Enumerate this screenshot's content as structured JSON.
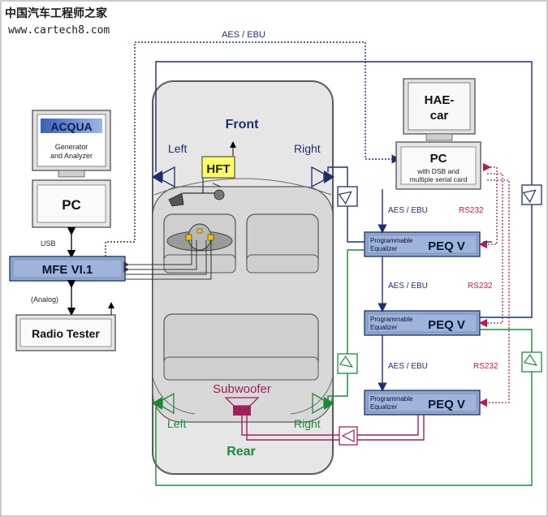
{
  "watermark": {
    "title": "中国汽车工程师之家",
    "url": "www.cartech8.com"
  },
  "labels": {
    "front": "Front",
    "rear": "Rear",
    "front_left": "Left",
    "front_right": "Right",
    "rear_left": "Left",
    "rear_right": "Right",
    "subwoofer": "Subwoofer",
    "hft": "HFT",
    "aes_ebu_top": "AES / EBU",
    "aes_ebu_1": "AES / EBU",
    "aes_ebu_2": "AES / EBU",
    "aes_ebu_3": "AES / EBU",
    "rs232_1": "RS232",
    "rs232_2": "RS232",
    "rs232_3": "RS232",
    "usb": "USB",
    "analog": "(Analog)"
  },
  "devices": {
    "acqua_monitor": {
      "logo": "ACQUA",
      "line1": "Generator",
      "line2": "and Analyzer"
    },
    "pc_left": "PC",
    "mfe": "MFE VI.1",
    "radio_tester": "Radio Tester",
    "hae_monitor": {
      "line1": "HAE-",
      "line2": "car"
    },
    "pc_right": {
      "title": "PC",
      "line1": "with DSB and",
      "line2": "multiple serial card"
    },
    "peq": [
      {
        "small1": "Programmable",
        "small2": "Equalizer",
        "big": "PEQ V"
      },
      {
        "small1": "Programmable",
        "small2": "Equalizer",
        "big": "PEQ V"
      },
      {
        "small1": "Programmable",
        "small2": "Equalizer",
        "big": "PEQ V"
      }
    ]
  },
  "colors": {
    "navy": "#1f2f6e",
    "green": "#1a8a3a",
    "magenta": "#a0205a",
    "rs232_red": "#c0184a",
    "hft_yellow": "#ffff66",
    "device_gray": "#d9d9d9",
    "mfe_blue": "#8ea6cf"
  }
}
